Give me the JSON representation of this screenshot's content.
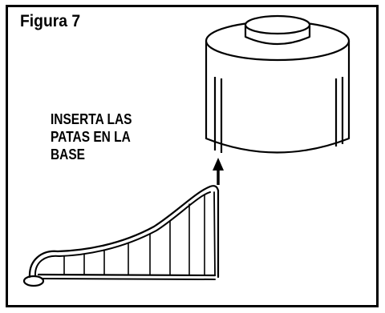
{
  "figure": {
    "title": "Figura 7",
    "instruction_lines": [
      "INSERTA LAS",
      "PATAS EN LA",
      "BASE"
    ]
  },
  "colors": {
    "line": "#000000",
    "background": "#ffffff"
  }
}
